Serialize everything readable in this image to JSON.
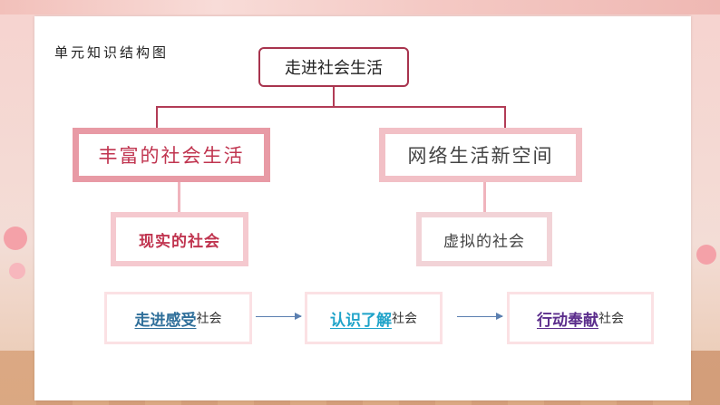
{
  "diagram": {
    "section_title": "单元知识结构图",
    "root": "走进社会生活",
    "branches": [
      {
        "label": "丰富的社会生活",
        "child": "现实的社会"
      },
      {
        "label": "网络生活新空间",
        "child": "虚拟的社会"
      }
    ],
    "steps": [
      {
        "key": "走进感受",
        "suffix": "社会"
      },
      {
        "key": "认识了解",
        "suffix": "社会"
      },
      {
        "key": "行动奉献",
        "suffix": "社会"
      }
    ]
  },
  "colors": {
    "accent": "#a8344e",
    "highlight_text": "#c0344f",
    "step1": "#2f6f9a",
    "step2": "#1fa3c9",
    "step3": "#5b2d8c"
  }
}
